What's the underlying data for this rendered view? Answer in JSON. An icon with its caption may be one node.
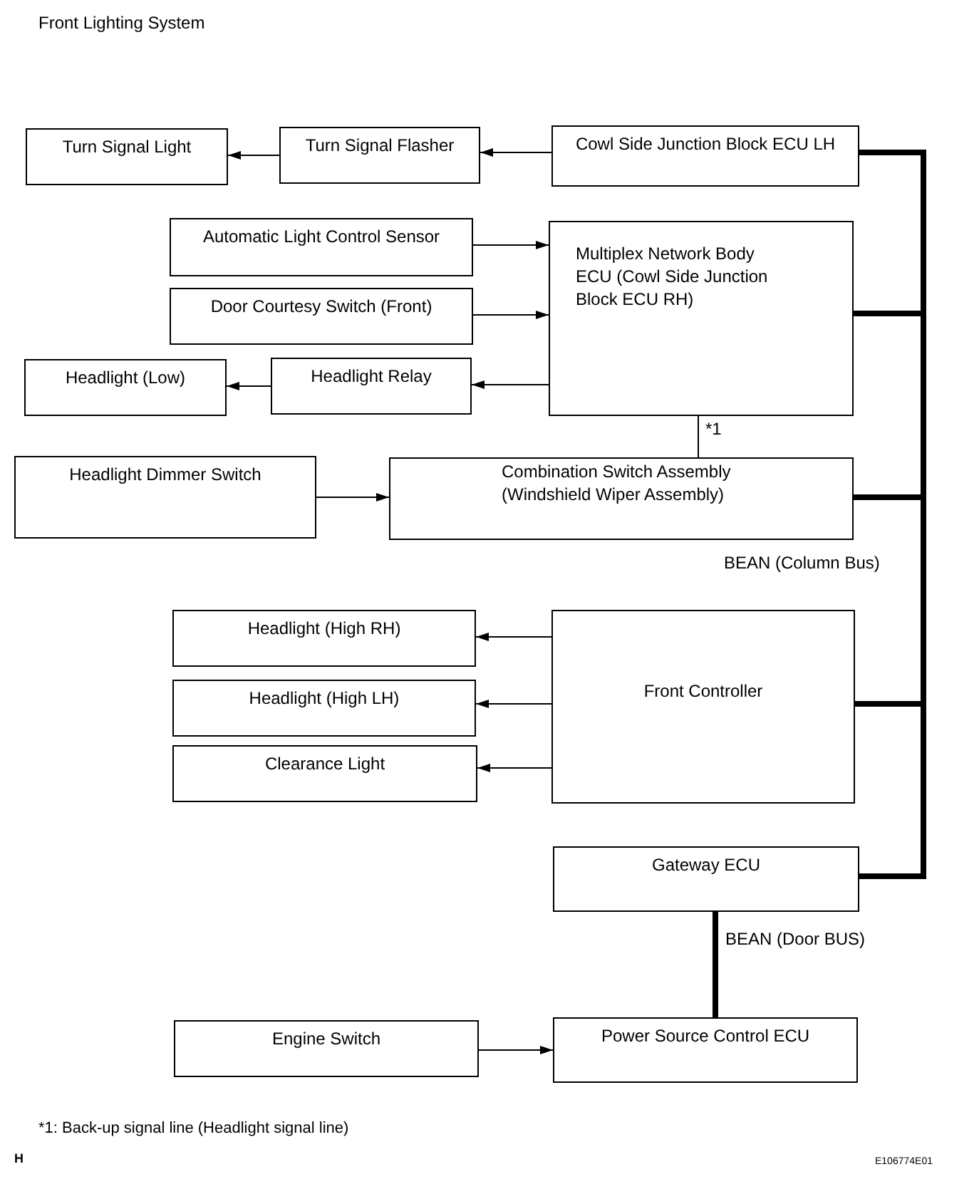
{
  "diagram": {
    "title": "Front Lighting System",
    "nodes": [
      {
        "text": [
          "Turn Signal Light"
        ]
      },
      {
        "text": [
          "Turn Signal Flasher"
        ]
      },
      {
        "text": [
          "Cowl Side Junction Block ECU LH"
        ]
      },
      {
        "text": [
          "Automatic Light Control Sensor"
        ]
      },
      {
        "text": [
          "Door Courtesy Switch (Front)"
        ]
      },
      {
        "text": [
          "Multiplex Network Body ECU (Cowl Side Junction Block ECU RH)"
        ]
      },
      {
        "text": [
          "Headlight (Low)"
        ]
      },
      {
        "text": [
          "Headlight Relay"
        ]
      },
      {
        "text": [
          "Headlight Dimmer Switch"
        ]
      },
      {
        "text": [
          "Combination Switch Assembly (Windshield Wiper Assembly)"
        ]
      },
      {
        "text": [
          "Headlight (High RH)"
        ]
      },
      {
        "text": [
          "Headlight (High LH)"
        ]
      },
      {
        "text": [
          "Clearance Light"
        ]
      },
      {
        "text": [
          "Front Controller"
        ]
      },
      {
        "text": [
          "Gateway ECU"
        ]
      },
      {
        "text": [
          "Engine Switch"
        ]
      },
      {
        "text": [
          "Power Source Control ECU"
        ]
      }
    ],
    "edges": [
      {
        "from": 2,
        "to": 1,
        "arrow": "to"
      },
      {
        "from": 1,
        "to": 0,
        "arrow": "to"
      },
      {
        "from": 3,
        "to": 5,
        "arrow": "to"
      },
      {
        "from": 4,
        "to": 5,
        "arrow": "to"
      },
      {
        "from": 5,
        "to": 7,
        "arrow": "to"
      },
      {
        "from": 7,
        "to": 6,
        "arrow": "to"
      },
      {
        "from": 5,
        "to": 9,
        "arrow": "none",
        "label": "*1"
      },
      {
        "from": 8,
        "to": 9,
        "arrow": "to"
      },
      {
        "from": 13,
        "to": 10,
        "arrow": "to"
      },
      {
        "from": 13,
        "to": 11,
        "arrow": "to"
      },
      {
        "from": 13,
        "to": 12,
        "arrow": "to"
      },
      {
        "from": 2,
        "to": 14,
        "arrow": "none",
        "style": "thick"
      },
      {
        "from": 5,
        "to": 14,
        "arrow": "none",
        "style": "thick"
      },
      {
        "from": 9,
        "to": 14,
        "arrow": "none",
        "style": "thick"
      },
      {
        "from": 13,
        "to": 14,
        "arrow": "none",
        "style": "thick"
      },
      {
        "from": 14,
        "to": 16,
        "arrow": "none",
        "style": "thick",
        "label": "BEAN (Door BUS)"
      },
      {
        "from": 15,
        "to": 16,
        "arrow": "to"
      }
    ],
    "labels": [
      "BEAN (Column Bus)",
      "*1: Back-up signal line (Headlight signal line)",
      "H",
      "E106774E01"
    ]
  }
}
